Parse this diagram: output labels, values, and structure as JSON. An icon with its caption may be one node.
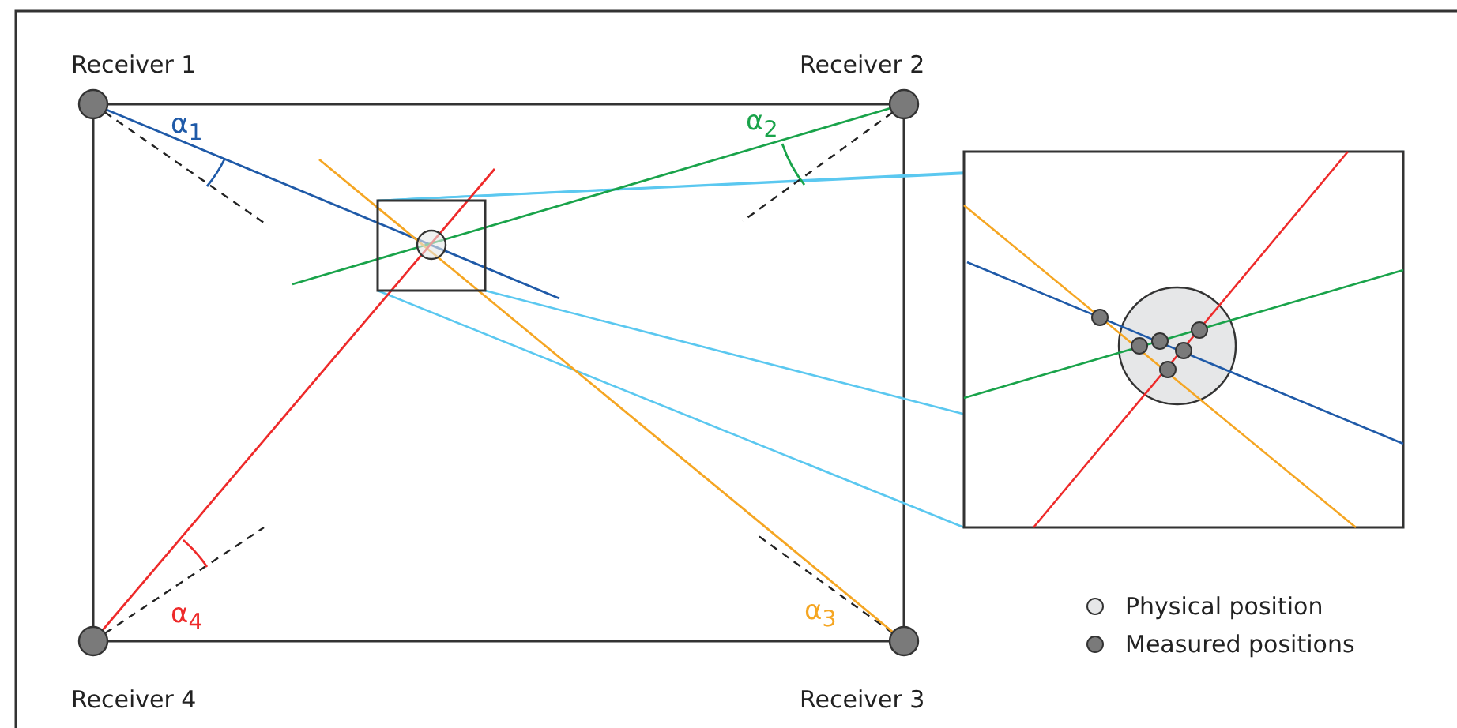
{
  "diagram": {
    "nodes": [
      {
        "text": [
          "Receiver 1"
        ]
      },
      {
        "text": [
          "Receiver 2"
        ]
      },
      {
        "text": [
          "Receiver 4"
        ]
      },
      {
        "text": [
          "Receiver 3"
        ]
      }
    ],
    "labels": [
      "α$_{1}$",
      "α$_{2}$",
      "α$_{4}$",
      "α$_{3}$"
    ],
    "legend": [
      {
        "text": "Physical position",
        "color": "#e6e7e8"
      },
      {
        "text": "Measured positions",
        "color": "#7a7a7a"
      }
    ]
  }
}
